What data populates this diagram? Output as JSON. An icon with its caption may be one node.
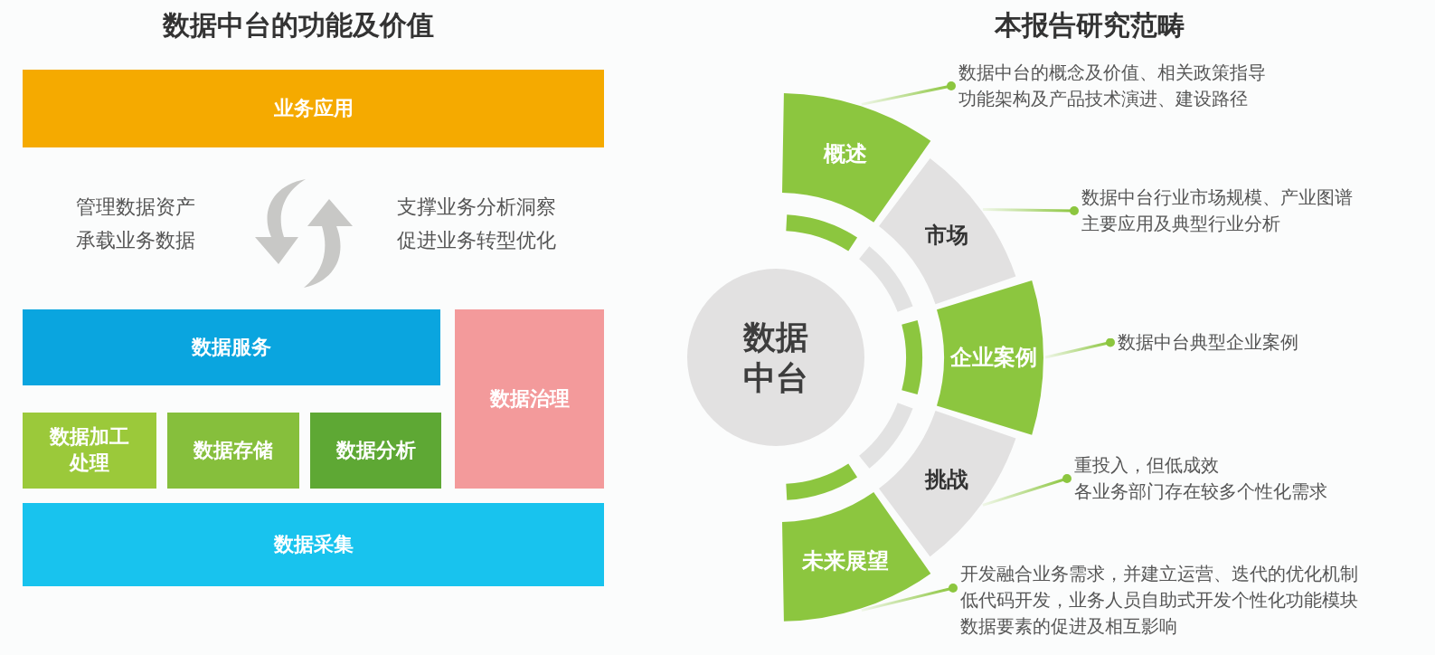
{
  "diagram": {
    "nodes": [
      {
        "text": [
          "业务应用"
        ]
      },
      {
        "text": [
          "数据服务"
        ]
      },
      {
        "text": [
          "数据治理"
        ]
      },
      {
        "text": [
          "数据加工处理"
        ]
      },
      {
        "text": [
          "数据存储"
        ]
      },
      {
        "text": [
          "数据分析"
        ]
      },
      {
        "text": [
          "数据采集"
        ]
      },
      {
        "text": [
          "数据中台"
        ]
      },
      {
        "text": [
          "概述"
        ]
      },
      {
        "text": [
          "市场"
        ]
      },
      {
        "text": [
          "企业案例"
        ]
      },
      {
        "text": [
          "挑战"
        ]
      },
      {
        "text": [
          "未来展望"
        ]
      },
      {
        "text": [
          "数据中台的概念及价值、相关政策指导",
          "功能架构及产品技术演进、建设路径"
        ]
      },
      {
        "text": [
          "数据中台行业市场规模、产业图谱",
          "主要应用及典型行业分析"
        ]
      },
      {
        "text": [
          "数据中台典型企业案例"
        ]
      },
      {
        "text": [
          "重投入，但低成效",
          "各业务部门存在较多个性化需求"
        ]
      },
      {
        "text": [
          "开发融合业务需求，并建立运营、迭代的优化机制",
          "低代码开发，业务人员自助式开发个性化功能模块",
          "数据要素的促进及相互影响"
        ]
      }
    ],
    "edges": [
      {
        "from": 8,
        "to": 13,
        "arrow": "other"
      },
      {
        "from": 9,
        "to": 14,
        "arrow": "other"
      },
      {
        "from": 10,
        "to": 15,
        "arrow": "other"
      },
      {
        "from": 11,
        "to": 16,
        "arrow": "other"
      },
      {
        "from": 12,
        "to": 17,
        "arrow": "other"
      }
    ],
    "labels": [
      "数据中台的功能及价值",
      "本报告研究范畴",
      "管理数据资产",
      "承载业务数据",
      "支撑业务分析洞察",
      "促进业务转型优化"
    ]
  }
}
